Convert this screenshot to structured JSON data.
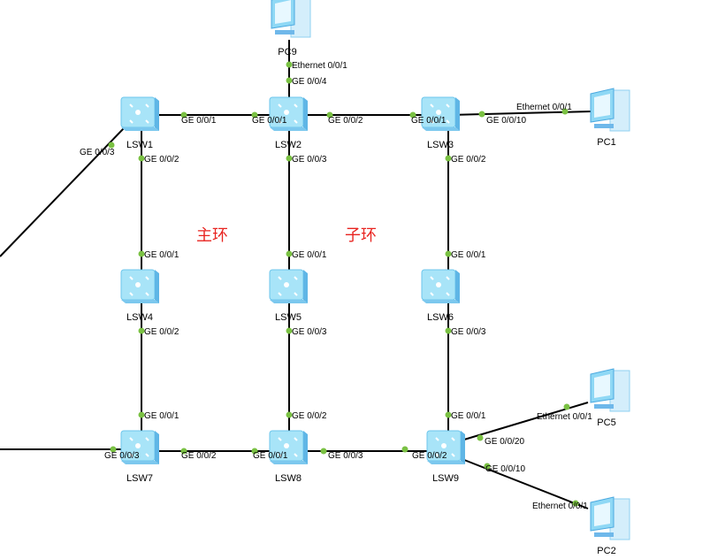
{
  "nodes": [
    {
      "id": "LSW1",
      "type": "switch"
    },
    {
      "id": "LSW2",
      "type": "switch"
    },
    {
      "id": "LSW3",
      "type": "switch"
    },
    {
      "id": "LSW4",
      "type": "switch"
    },
    {
      "id": "LSW5",
      "type": "switch"
    },
    {
      "id": "LSW6",
      "type": "switch"
    },
    {
      "id": "LSW7",
      "type": "switch"
    },
    {
      "id": "LSW8",
      "type": "switch"
    },
    {
      "id": "LSW9",
      "type": "switch"
    },
    {
      "id": "PC9",
      "type": "pc"
    },
    {
      "id": "PC1",
      "type": "pc"
    },
    {
      "id": "PC5",
      "type": "pc"
    },
    {
      "id": "PC2",
      "type": "pc"
    }
  ],
  "ports": [
    "GE 0/0/1",
    "GE 0/0/1",
    "GE 0/0/2",
    "GE 0/0/1",
    "GE 0/0/10",
    "Ethernet 0/0/1",
    "GE 0/0/3",
    "GE 0/0/2",
    "GE 0/0/3",
    "GE 0/0/2",
    "Ethernet 0/0/1",
    "GE 0/0/4",
    "GE 0/0/1",
    "GE 0/0/1",
    "GE 0/0/1",
    "GE 0/0/2",
    "GE 0/0/3",
    "GE 0/0/3",
    "GE 0/0/1",
    "GE 0/0/2",
    "GE 0/0/1",
    "GE 0/0/3",
    "GE 0/0/2",
    "GE 0/0/1",
    "GE 0/0/3",
    "GE 0/0/2",
    "GE 0/0/20",
    "Ethernet 0/0/1",
    "GE 0/0/10",
    "Ethernet 0/0/1"
  ],
  "rings": {
    "main": "主环",
    "sub": "子环"
  },
  "colors": {
    "port_dot": "#7ac143",
    "link": "#000000",
    "ring_label": "#e8231f",
    "device": "#8fd8f5"
  }
}
